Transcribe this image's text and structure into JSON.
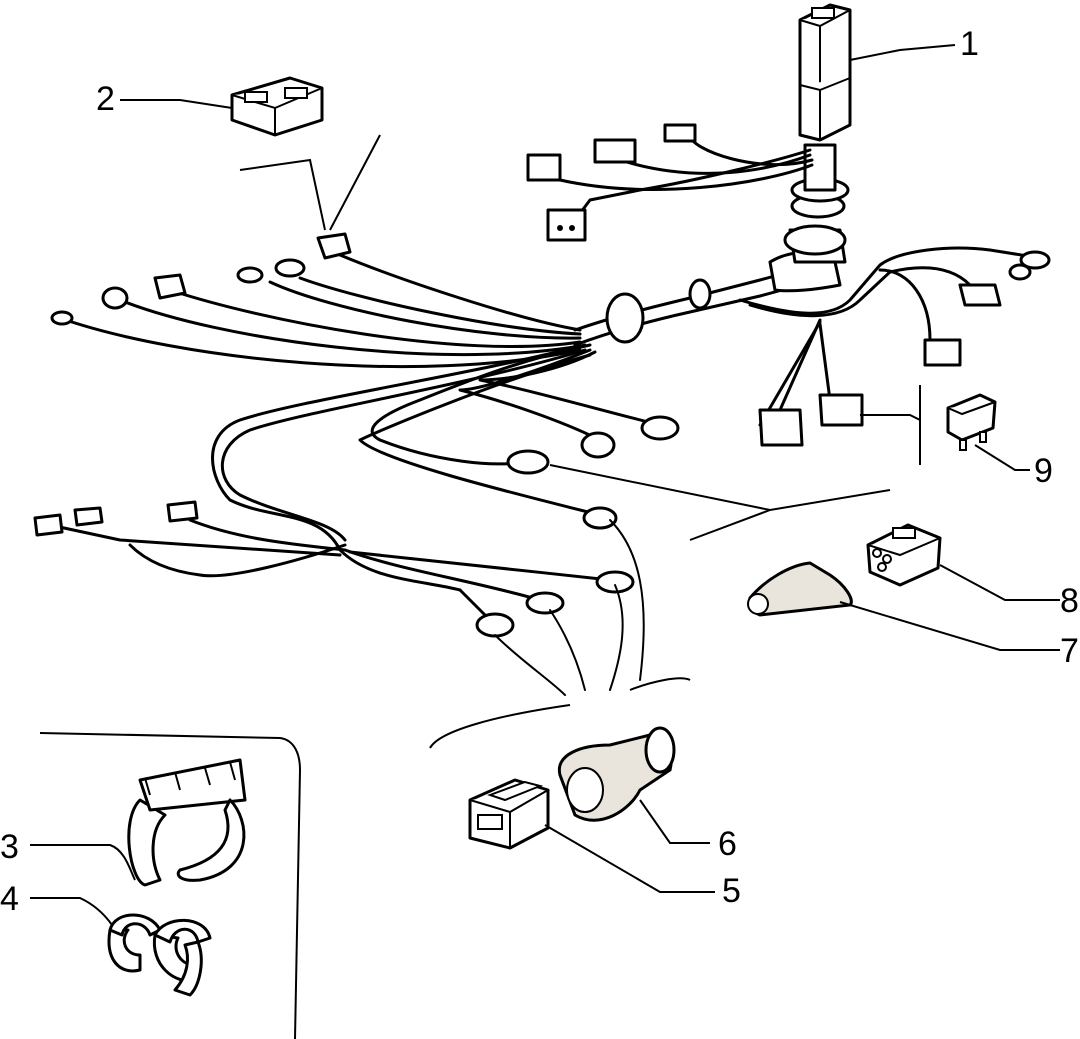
{
  "callouts": [
    {
      "id": "1",
      "label": "1"
    },
    {
      "id": "2",
      "label": "2"
    },
    {
      "id": "3",
      "label": "3"
    },
    {
      "id": "4",
      "label": "4"
    },
    {
      "id": "5",
      "label": "5"
    },
    {
      "id": "6",
      "label": "6"
    },
    {
      "id": "7",
      "label": "7"
    },
    {
      "id": "8",
      "label": "8"
    },
    {
      "id": "9",
      "label": "9"
    }
  ],
  "parts": [
    {
      "callout": "1",
      "icon": "ecu-module-icon"
    },
    {
      "callout": "2",
      "icon": "relay-connector-icon"
    },
    {
      "callout": "3",
      "icon": "hose-clip-icon"
    },
    {
      "callout": "4",
      "icon": "double-clip-icon"
    },
    {
      "callout": "5",
      "icon": "multi-pin-connector-icon"
    },
    {
      "callout": "6",
      "icon": "rubber-boot-icon"
    },
    {
      "callout": "7",
      "icon": "rubber-boot-small-icon"
    },
    {
      "callout": "8",
      "icon": "three-pin-connector-icon"
    },
    {
      "callout": "9",
      "icon": "fuse-icon"
    }
  ],
  "colors": {
    "ink": "#000000",
    "paper": "#ffffff",
    "rubber": "#e9e4dc"
  }
}
